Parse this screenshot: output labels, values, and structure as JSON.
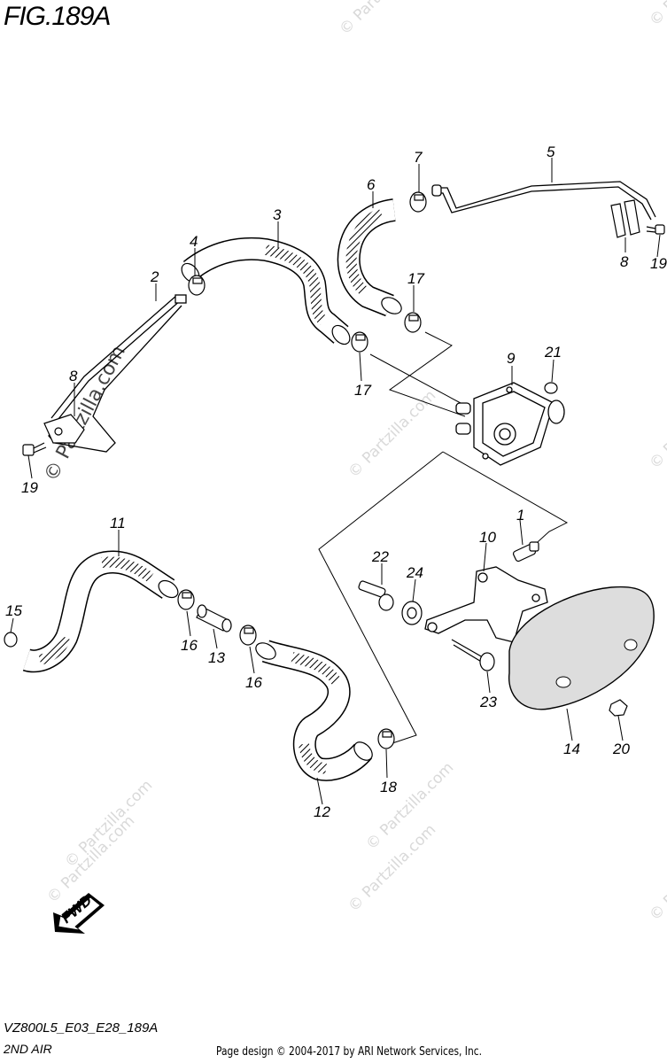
{
  "figure": {
    "title": "FIG.189A",
    "code": "VZ800L5_E03_E28_189A",
    "name": "2ND AIR",
    "copyright": "Page design © 2004-2017 by ARI Network Services, Inc.",
    "watermark": "© Partzilla.com",
    "fwd_label": "FWD"
  },
  "callouts": [
    {
      "id": "c1",
      "text": "1"
    },
    {
      "id": "c2",
      "text": "2"
    },
    {
      "id": "c3",
      "text": "3"
    },
    {
      "id": "c4",
      "text": "4"
    },
    {
      "id": "c5",
      "text": "5"
    },
    {
      "id": "c6",
      "text": "6"
    },
    {
      "id": "c7",
      "text": "7"
    },
    {
      "id": "c8a",
      "text": "8"
    },
    {
      "id": "c8b",
      "text": "8"
    },
    {
      "id": "c9",
      "text": "9"
    },
    {
      "id": "c10",
      "text": "10"
    },
    {
      "id": "c11",
      "text": "11"
    },
    {
      "id": "c12",
      "text": "12"
    },
    {
      "id": "c13",
      "text": "13"
    },
    {
      "id": "c14",
      "text": "14"
    },
    {
      "id": "c15",
      "text": "15"
    },
    {
      "id": "c16a",
      "text": "16"
    },
    {
      "id": "c16b",
      "text": "16"
    },
    {
      "id": "c17a",
      "text": "17"
    },
    {
      "id": "c17b",
      "text": "17"
    },
    {
      "id": "c18",
      "text": "18"
    },
    {
      "id": "c19a",
      "text": "19"
    },
    {
      "id": "c19b",
      "text": "19"
    },
    {
      "id": "c20",
      "text": "20"
    },
    {
      "id": "c21",
      "text": "21"
    },
    {
      "id": "c22",
      "text": "22"
    },
    {
      "id": "c23",
      "text": "23"
    },
    {
      "id": "c24",
      "text": "24"
    }
  ]
}
